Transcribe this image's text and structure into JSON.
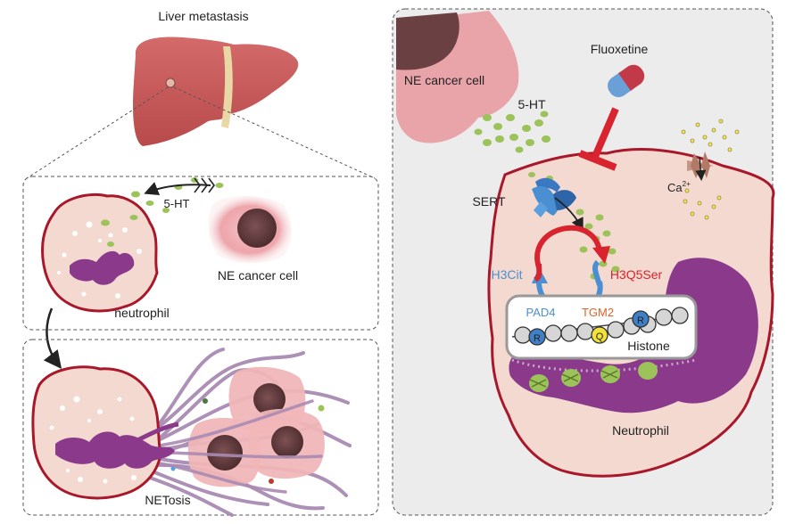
{
  "labels": {
    "liver_title": "Liver metastasis",
    "five_ht_left": "5-HT",
    "ne_cancer_left": "NE cancer cell",
    "neutrophil_left": "neutrophil",
    "netosis": "NETosis",
    "ne_cancer_right": "NE cancer cell",
    "fluoxetine": "Fluoxetine",
    "five_ht_right": "5-HT",
    "sert": "SERT",
    "ca_base": "Ca",
    "ca_sup": "2+",
    "h3cit": "H3Cit",
    "h3q5ser": "H3Q5Ser",
    "pad4": "PAD4",
    "tgm2": "TGM2",
    "histone": "Histone",
    "residue_r1": "R",
    "residue_q": "Q",
    "residue_r2": "R",
    "neutrophil_right": "Neutrophil"
  },
  "colors": {
    "liver": "#c95b5b",
    "cell_fill": "#f3d9cf",
    "cell_border": "#a8182a",
    "nucleus": "#8b3a8b",
    "serotonin": "#9cc35a",
    "ne_cell": "#e8a0a6",
    "ne_nucleus": "#6b4042",
    "inhibit": "#d9232e",
    "h3cit_blue": "#4a8fd1",
    "h3q5ser_red": "#d9232e",
    "tgm2_orange": "#d9652a",
    "residue_r": "#3f7fc6",
    "residue_q": "#f2e13a",
    "panel_bg": "#ececec"
  }
}
